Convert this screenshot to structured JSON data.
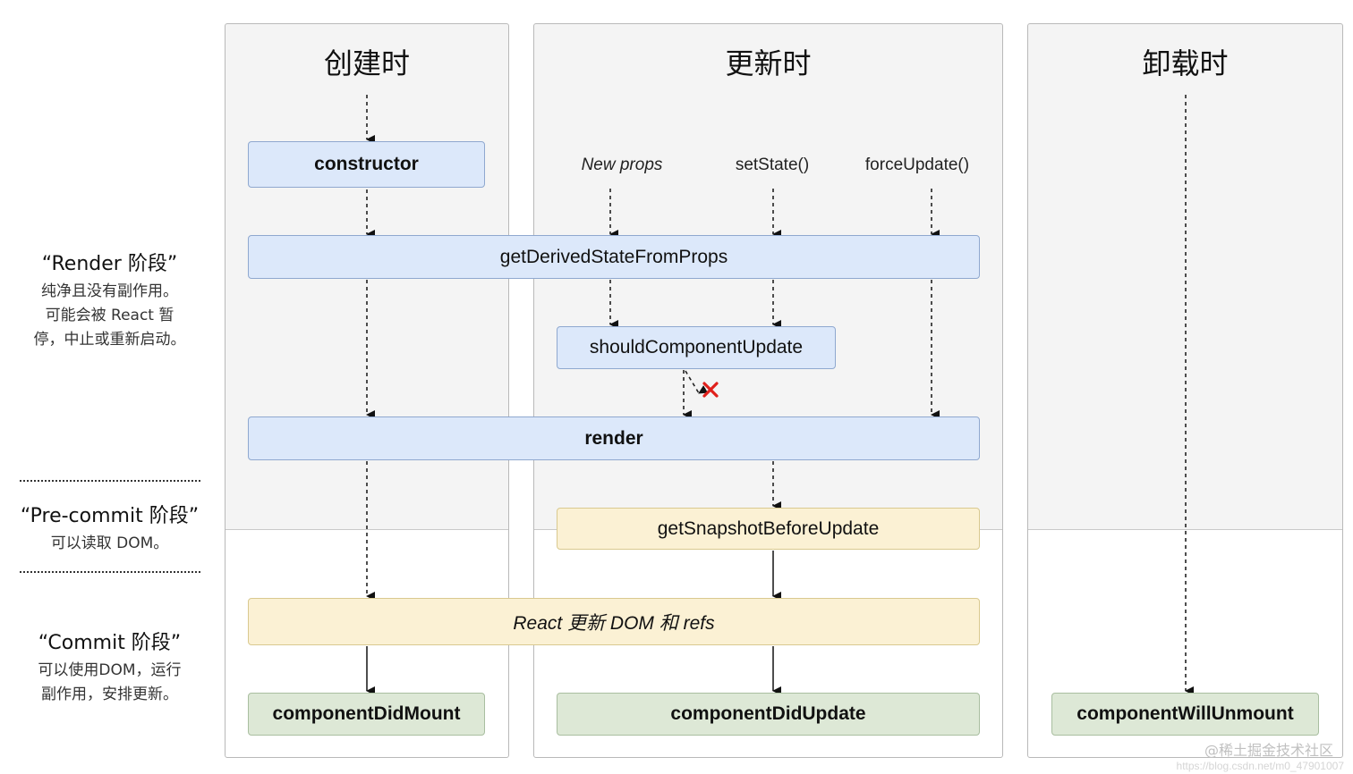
{
  "columns": {
    "mount": {
      "title": "创建时"
    },
    "update": {
      "title": "更新时"
    },
    "unmount": {
      "title": "卸载时"
    }
  },
  "phases": {
    "render": {
      "title": "“Render 阶段”",
      "desc_lines": [
        "纯净且没有副作用。",
        "可能会被 React 暂",
        "停，中止或重新启动。"
      ]
    },
    "precommit": {
      "title": "“Pre-commit 阶段”",
      "desc_lines": [
        "可以读取 DOM。"
      ]
    },
    "commit": {
      "title": "“Commit 阶段”",
      "desc_lines": [
        "可以使用DOM，运行",
        "副作用，安排更新。"
      ]
    }
  },
  "triggers": {
    "new_props": "New props",
    "set_state": "setState()",
    "force_update": "forceUpdate()"
  },
  "methods": {
    "constructor": "constructor",
    "get_derived": "getDerivedStateFromProps",
    "should_update": "shouldComponentUpdate",
    "render": "render",
    "snapshot": "getSnapshotBeforeUpdate",
    "dom_update": "React 更新 DOM 和 refs",
    "did_mount": "componentDidMount",
    "did_update": "componentDidUpdate",
    "will_unmount": "componentWillUnmount"
  },
  "watermark": {
    "text": "@稀土掘金技术社区",
    "subtext": "https://blog.csdn.net/m0_47901007"
  },
  "colors": {
    "blue_box": "#dce8fa",
    "yellow_box": "#fbf1d4",
    "green_box": "#dde8d6",
    "cancel_x": "#e0201b"
  }
}
